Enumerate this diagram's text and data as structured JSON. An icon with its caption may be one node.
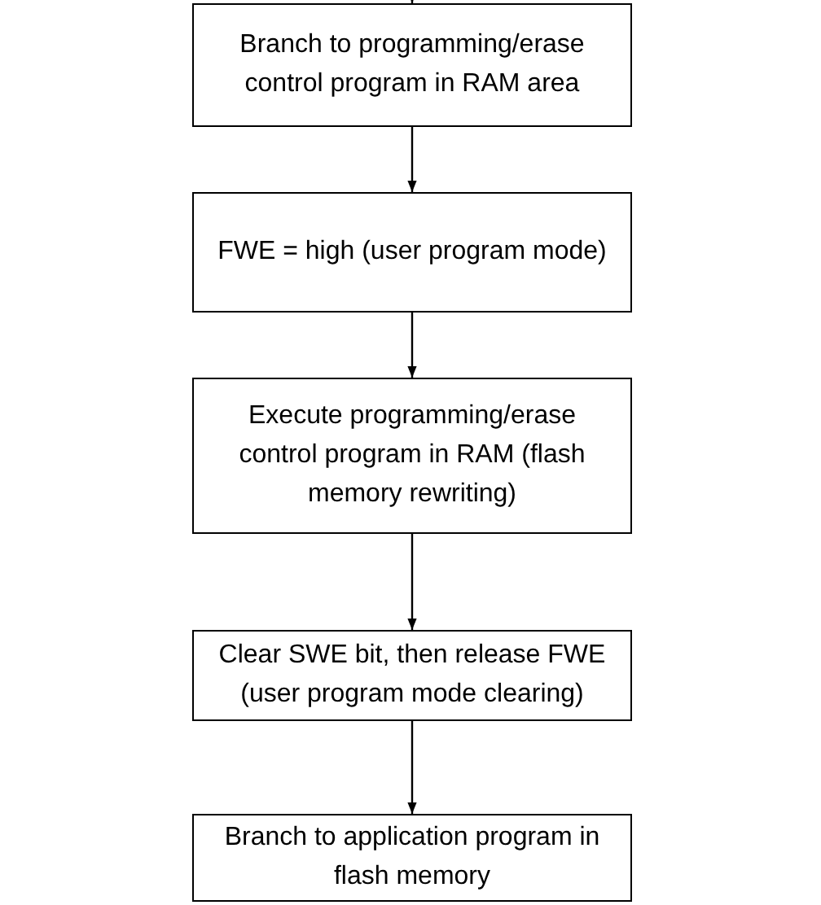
{
  "diagram": {
    "nodes": [
      {
        "text": [
          "Branch to programming/erase control program in RAM area"
        ]
      },
      {
        "text": [
          "FWE = high (user program mode)"
        ]
      },
      {
        "text": [
          "Execute programming/erase control program in RAM (flash memory rewriting)"
        ]
      },
      {
        "text": [
          "Clear SWE bit, then release FWE (user program mode clearing)"
        ]
      },
      {
        "text": [
          "Branch to application program in flash memory"
        ]
      }
    ],
    "edges": [
      {
        "from": null,
        "to": 0,
        "arrow": "to"
      },
      {
        "from": 0,
        "to": 1,
        "arrow": "to"
      },
      {
        "from": 1,
        "to": 2,
        "arrow": "to"
      },
      {
        "from": 2,
        "to": 3,
        "arrow": "to"
      },
      {
        "from": 3,
        "to": 4,
        "arrow": "to"
      }
    ]
  }
}
